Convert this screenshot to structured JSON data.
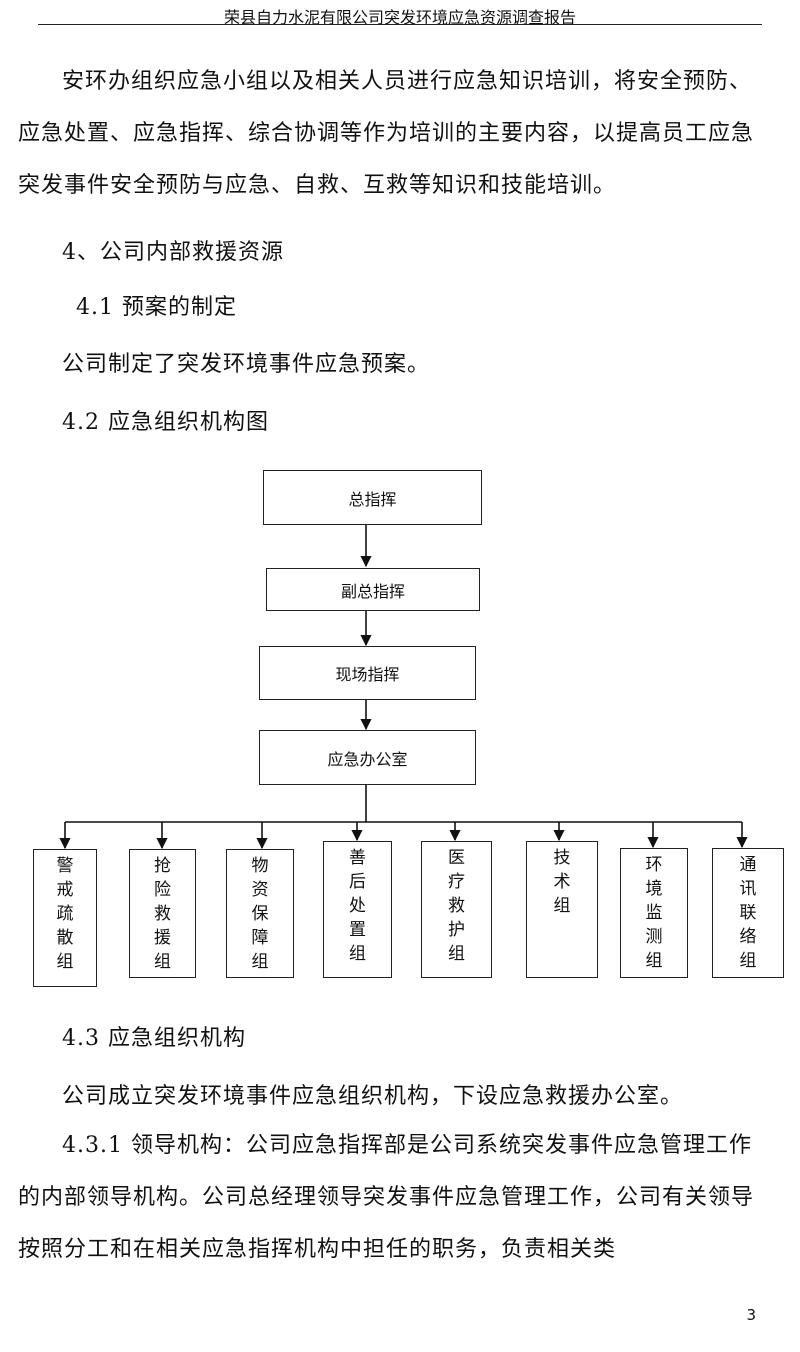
{
  "header": {
    "title": "荣县自力水泥有限公司突发环境应急资源调查报告"
  },
  "intro_paragraph": "安环办组织应急小组以及相关人员进行应急知识培训，将安全预防、应急处置、应急指挥、综合协调等作为培训的主要内容，以提高员工应急突发事件安全预防与应急、自救、互救等知识和技能培训。",
  "section4": {
    "title": "4、公司内部救援资源"
  },
  "section41": {
    "title": "4.1 预案的制定",
    "text": "公司制定了突发环境事件应急预案。"
  },
  "section42": {
    "title": "4.2 应急组织机构图"
  },
  "org_chart": {
    "top": "总指挥",
    "deputy": "副总指挥",
    "field": "现场指挥",
    "office": "应急办公室",
    "groups": [
      "警戒疏散组",
      "抢险救援组",
      "物资保障组",
      "善后处置组",
      "医疗救护组",
      "技术组",
      "环境监测组",
      "通讯联络组"
    ]
  },
  "section43": {
    "title": "4.3 应急组织机构",
    "text": "公司成立突发环境事件应急组织机构，下设应急救援办公室。"
  },
  "section431": {
    "label": "4.3.1 领导机构：",
    "text": "公司应急指挥部是公司系统突发事件应急管理工作的内部领导机构。公司总经理领导突发事件应急管理工作，公司有关领导按照分工和在相关应急指挥机构中担任的职务，负责相关类"
  },
  "page_number": "3"
}
